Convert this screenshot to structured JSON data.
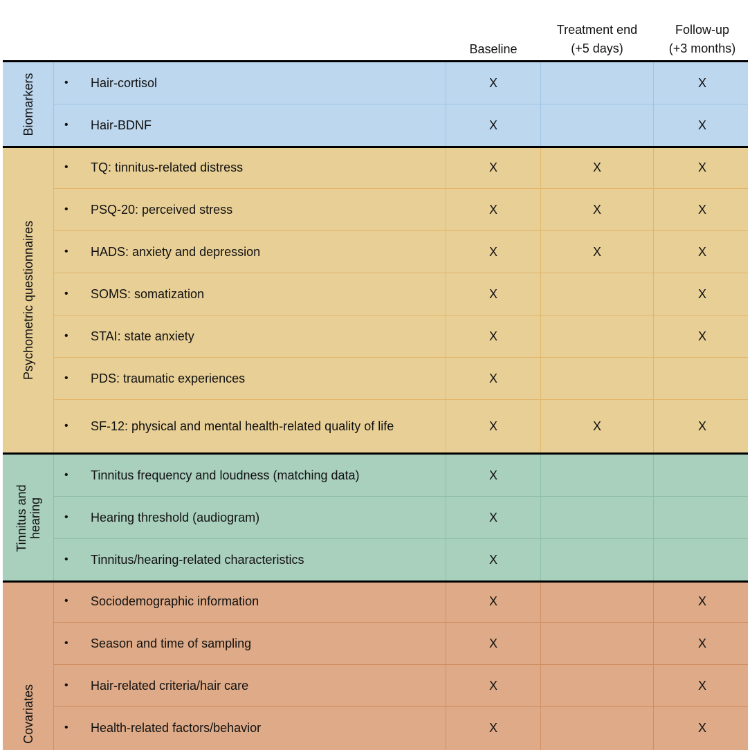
{
  "columns": {
    "baseline": [
      "Baseline"
    ],
    "treatment_end": [
      "Treatment end",
      "(+5 days)"
    ],
    "follow_up": [
      "Follow-up",
      "(+3 months)"
    ]
  },
  "groups": [
    {
      "label": [
        "Biomarkers"
      ],
      "color": "#bdd7ee",
      "grid_color": "#9dc3e6",
      "rows": [
        {
          "bullet": "•",
          "item": "Hair-cortisol",
          "baseline": "X",
          "treatment_end": "",
          "follow_up": "X"
        },
        {
          "bullet": "•",
          "item": "Hair-BDNF",
          "baseline": "X",
          "treatment_end": "",
          "follow_up": "X"
        }
      ]
    },
    {
      "label": [
        "Psychometric questionnaires"
      ],
      "color": "#e8cf96",
      "grid_color": "#e3b56a",
      "rows": [
        {
          "bullet": "•",
          "item": "TQ: tinnitus-related distress",
          "baseline": "X",
          "treatment_end": "X",
          "follow_up": "X"
        },
        {
          "bullet": "•",
          "item": "PSQ-20: perceived stress",
          "baseline": "X",
          "treatment_end": "X",
          "follow_up": "X"
        },
        {
          "bullet": "•",
          "item": "HADS: anxiety and depression",
          "baseline": "X",
          "treatment_end": "X",
          "follow_up": "X"
        },
        {
          "bullet": "•",
          "item": "SOMS: somatization",
          "baseline": "X",
          "treatment_end": "",
          "follow_up": "X"
        },
        {
          "bullet": "•",
          "item": "STAI: state anxiety",
          "baseline": "X",
          "treatment_end": "",
          "follow_up": "X"
        },
        {
          "bullet": "•",
          "item": "PDS: traumatic experiences",
          "baseline": "X",
          "treatment_end": "",
          "follow_up": ""
        },
        {
          "bullet": "•",
          "item": "SF-12: physical and mental health-related quality of life",
          "baseline": "X",
          "treatment_end": "X",
          "follow_up": "X"
        }
      ]
    },
    {
      "label": [
        "Tinnitus and",
        "hearing"
      ],
      "color": "#a9cfbd",
      "grid_color": "#8fbfa5",
      "rows": [
        {
          "bullet": "•",
          "item": "Tinnitus frequency and loudness (matching data)",
          "baseline": "X",
          "treatment_end": "",
          "follow_up": ""
        },
        {
          "bullet": "•",
          "item": "Hearing threshold (audiogram)",
          "baseline": "X",
          "treatment_end": "",
          "follow_up": ""
        },
        {
          "bullet": "•",
          "item": "Tinnitus/hearing-related characteristics",
          "baseline": "X",
          "treatment_end": "",
          "follow_up": ""
        }
      ]
    },
    {
      "label": [
        "Covariates"
      ],
      "color": "#deaa87",
      "grid_color": "#d08e60",
      "rows": [
        {
          "bullet": "•",
          "item": "Sociodemographic information",
          "baseline": "X",
          "treatment_end": "",
          "follow_up": "X"
        },
        {
          "bullet": "•",
          "item": "Season and time of sampling",
          "baseline": "X",
          "treatment_end": "",
          "follow_up": "X"
        },
        {
          "bullet": "•",
          "item": "Hair-related criteria/hair care",
          "baseline": "X",
          "treatment_end": "",
          "follow_up": "X"
        },
        {
          "bullet": "•",
          "item": "Health-related factors/behavior",
          "baseline": "X",
          "treatment_end": "",
          "follow_up": "X"
        }
      ]
    }
  ]
}
